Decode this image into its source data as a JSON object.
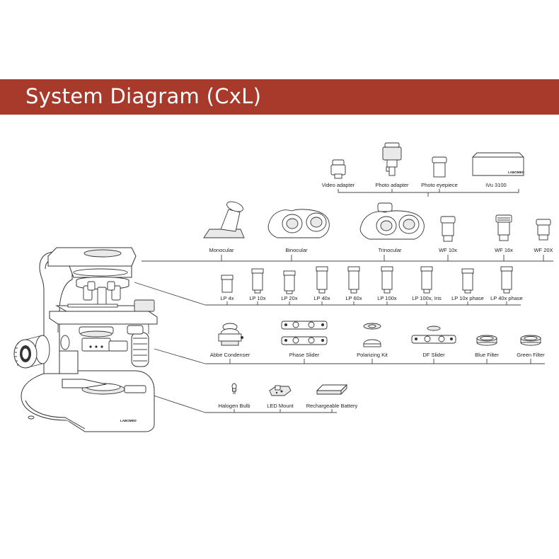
{
  "title": "System Diagram (CxL)",
  "colors": {
    "banner": "#a83a2b",
    "banner_text": "#ffffff",
    "line": "#444444"
  },
  "microscope": {
    "brand": "LABOMED"
  },
  "rows": {
    "camera": [
      "Video adapter",
      "Photo adapter",
      "Photo eyepiece",
      "iVu 3100"
    ],
    "heads": [
      "Monocular",
      "Binocular",
      "Trinocular",
      "WF 10x",
      "WF 16x",
      "WF 20X"
    ],
    "objectives": [
      "LP 4x",
      "LP 10x",
      "LP 20x",
      "LP 40x",
      "LP 60x",
      "LP 100x",
      "LP 100x, Iris",
      "LP 10x phase",
      "LP 40x phase"
    ],
    "condensers": [
      "Abbe Condenser",
      "Phase Slider",
      "Polarizing Kit",
      "DF Slider",
      "Blue Filter",
      "Green Filter"
    ],
    "illumination": [
      "Halogen Bulb",
      "LED Mount",
      "Rechargeable Battery"
    ]
  }
}
